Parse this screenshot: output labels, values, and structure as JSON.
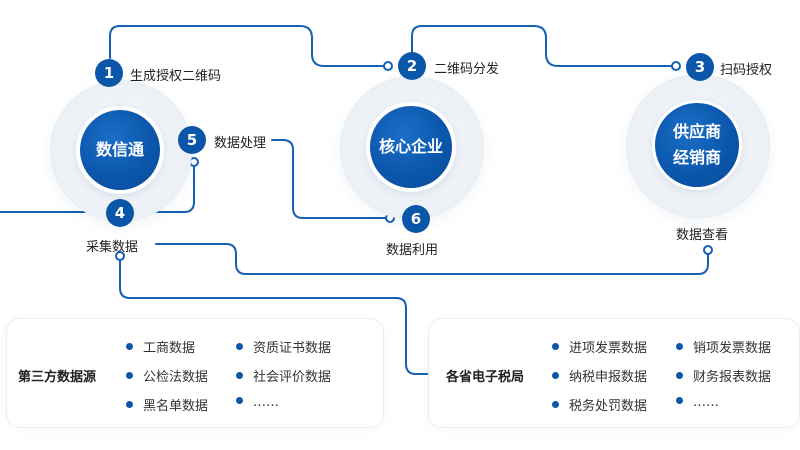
{
  "hubs": {
    "left": "数信通",
    "center": "核心企业",
    "right": "供应商\n经销商"
  },
  "steps": [
    {
      "num": "1",
      "label": "生成授权二维码"
    },
    {
      "num": "2",
      "label": "二维码分发"
    },
    {
      "num": "3",
      "label": "扫码授权"
    },
    {
      "num": "4",
      "label": "采集数据"
    },
    {
      "num": "5",
      "label": "数据处理"
    },
    {
      "num": "6",
      "label": "数据利用"
    }
  ],
  "data_view_label": "数据查看",
  "third_party": {
    "title": "第三方数据源",
    "items": [
      "工商数据",
      "资质证书数据",
      "公检法数据",
      "社会评价数据",
      "黑名单数据",
      "……"
    ]
  },
  "tax_bureau": {
    "title": "各省电子税局",
    "items": [
      "进项发票数据",
      "销项发票数据",
      "纳税申报数据",
      "财务报表数据",
      "税务处罚数据",
      "……"
    ]
  },
  "colors": {
    "primary": "#0c56aa",
    "line": "#1460b4"
  }
}
